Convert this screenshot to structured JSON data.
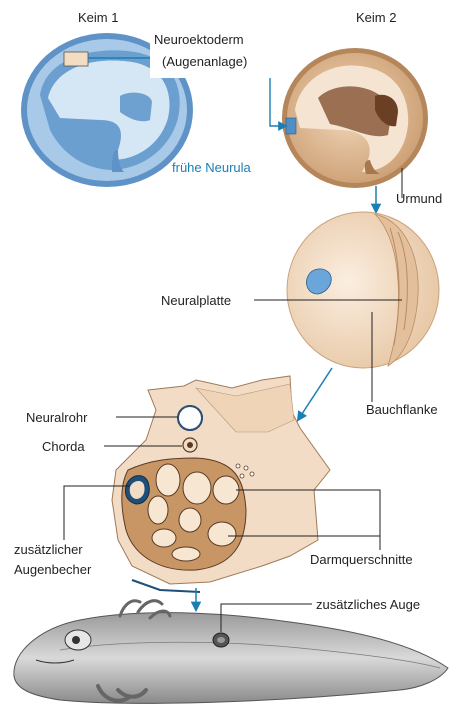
{
  "labels": {
    "keim1": "Keim 1",
    "keim2": "Keim 2",
    "neuroektoderm": "Neuroektoderm",
    "augenanlage": "(Augenanlage)",
    "fruehe_neurula": "frühe Neurula",
    "urmund": "Urmund",
    "neuralplatte": "Neuralplatte",
    "bauchflanke": "Bauchflanke",
    "neuralrohr": "Neuralrohr",
    "chorda": "Chorda",
    "zusaetzlicher": "zusätzlicher",
    "augenbecher": "Augenbecher",
    "darmquerschnitte": "Darmquerschnitte",
    "zusaetzliches_auge": "zusätzliches Auge"
  },
  "colors": {
    "keim1_fill": "#a9c9e8",
    "keim1_inner": "#d5e6f4",
    "keim1_dark": "#6ea0d0",
    "keim2_fill": "#e6c49f",
    "keim2_inner": "#f5e4d1",
    "keim2_dark": "#8a5a3c",
    "implant_blue": "#6aa6d9",
    "arrow_blue": "#1a7fb5",
    "neurula_fill": "#f6e1cb",
    "section_fill": "#f3dcc6",
    "gut_fill": "#c79664",
    "tadpole_fill": "#c9c9c9"
  }
}
